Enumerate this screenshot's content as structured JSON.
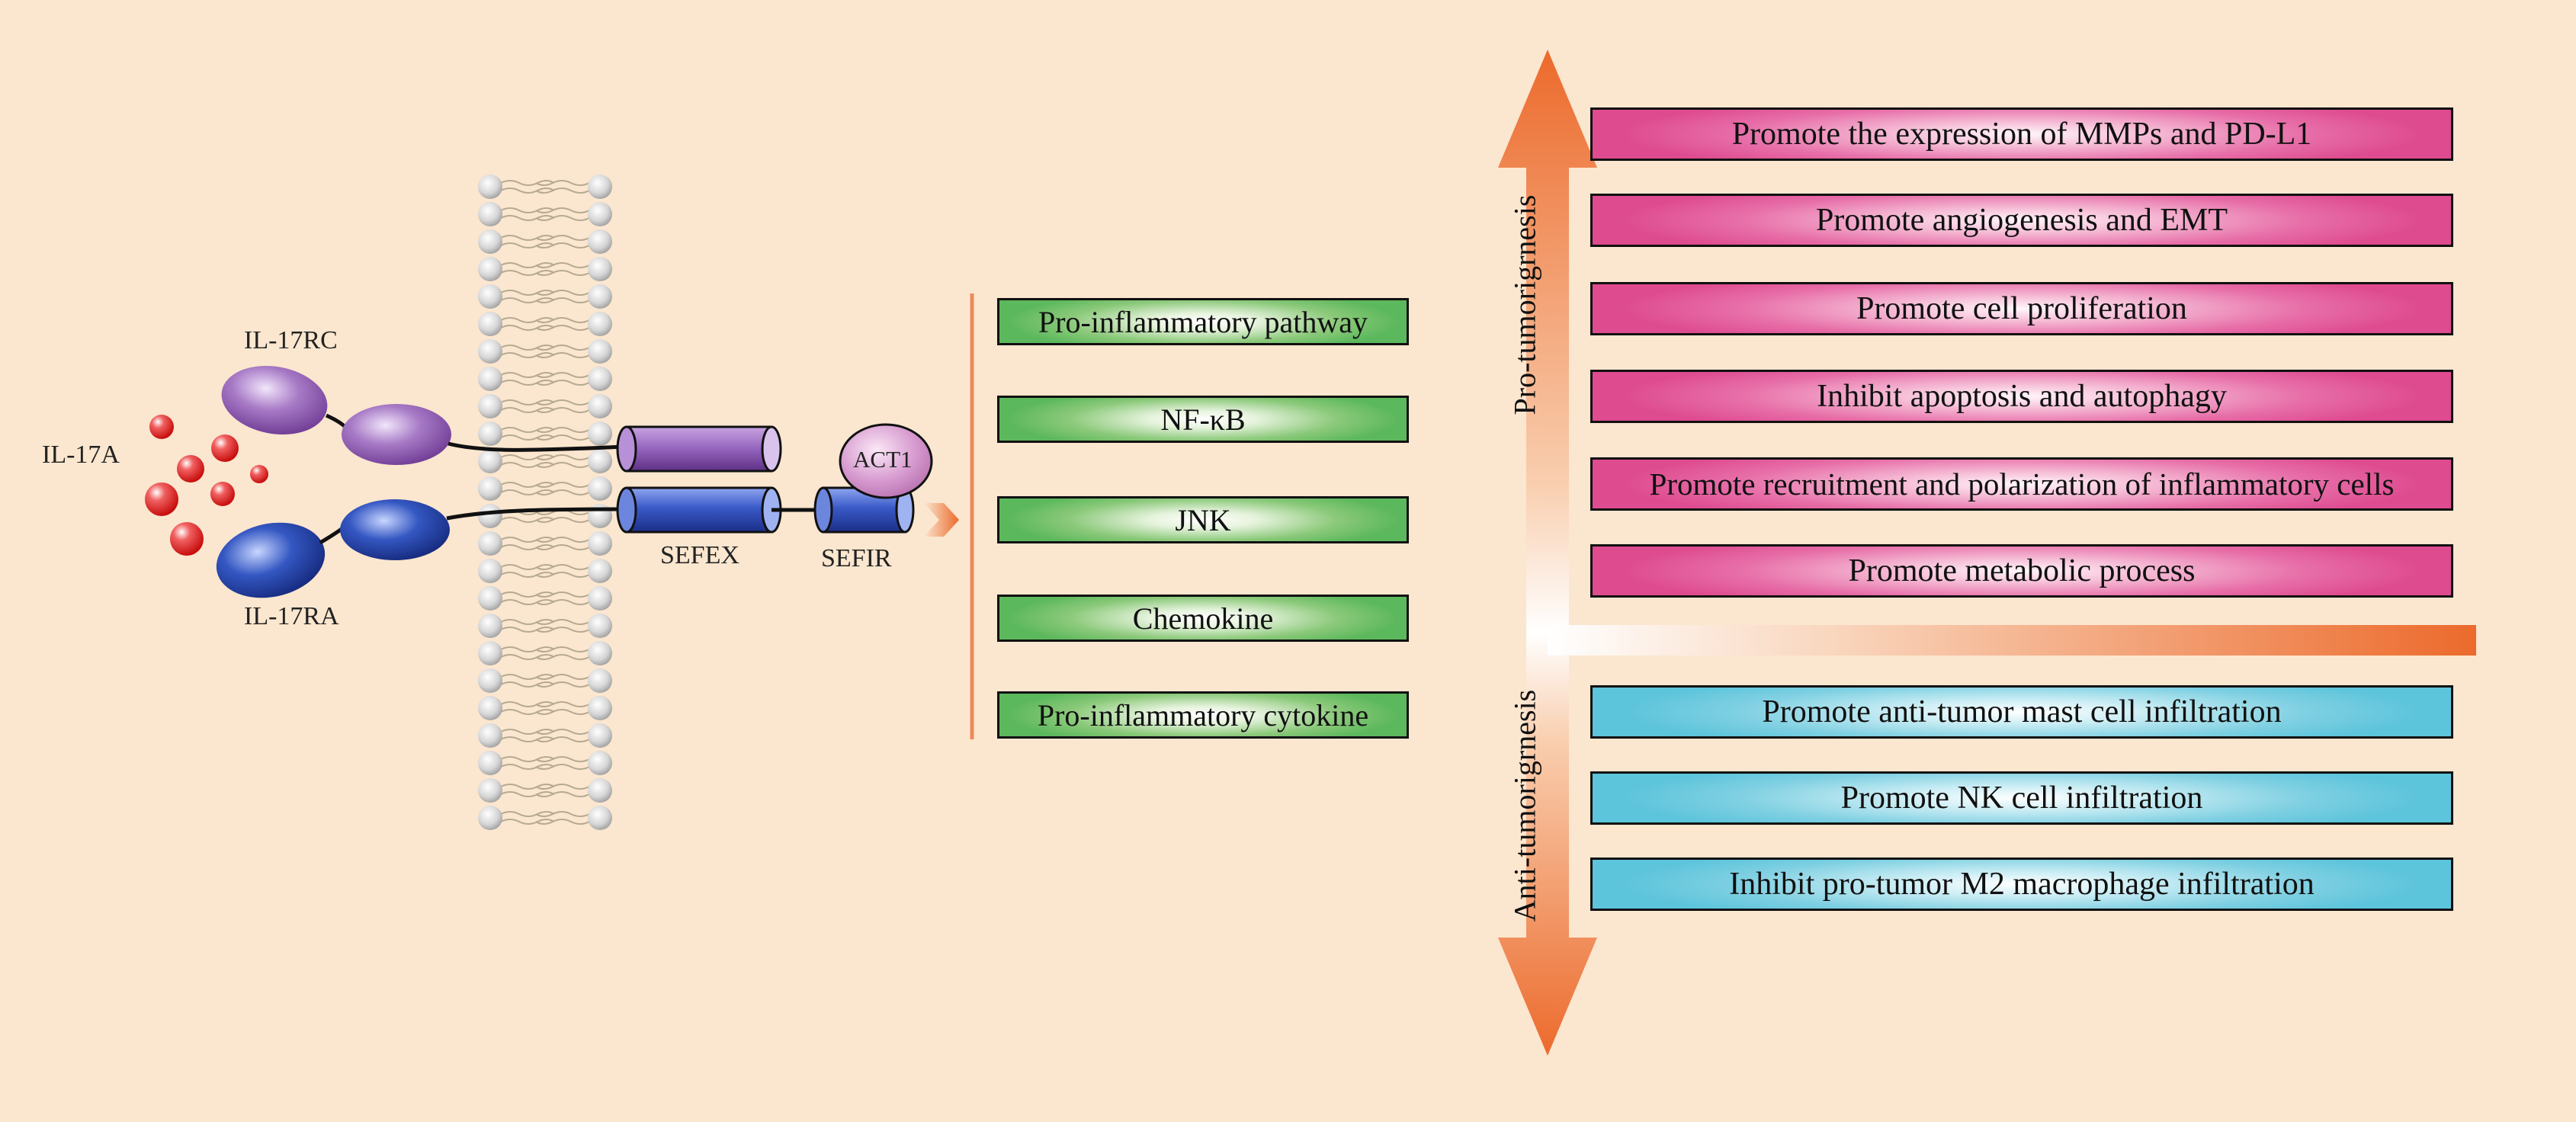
{
  "ligand": {
    "label": "IL-17A"
  },
  "receptors": {
    "rc_label": "IL-17RC",
    "ra_label": "IL-17RA"
  },
  "domains": {
    "sefex": "SEFEX",
    "sefir": "SEFIR",
    "act1": "ACT1"
  },
  "pathways": [
    "Pro-inflammatory pathway",
    "NF-κB",
    "JNK",
    "Chemokine",
    "Pro-inflammatory cytokine"
  ],
  "axis": {
    "pro": "Pro-tumorigrnesis",
    "anti": "Anti-tumorigrnesis"
  },
  "pro_effects": [
    "Promote the expression of MMPs and PD-L1",
    "Promote angiogenesis and EMT",
    "Promote cell proliferation",
    "Inhibit apoptosis and autophagy",
    "Promote recruitment and polarization of inflammatory cells",
    "Promote metabolic process"
  ],
  "anti_effects": [
    "Promote  anti-tumor mast cell infiltration",
    "Promote NK cell infiltration",
    "Inhibit pro-tumor M2 macrophage infiltration"
  ],
  "colors": {
    "background": "#fbe6cf",
    "pathway_green": "#5cb85c",
    "pro_pink": "#de4b8f",
    "anti_blue": "#5cc4db",
    "arrow_orange": "#ec6a2c",
    "receptor_rc_purple": "#8f5ab2",
    "receptor_ra_blue": "#203f9e",
    "ligand_red": "#e01818"
  }
}
